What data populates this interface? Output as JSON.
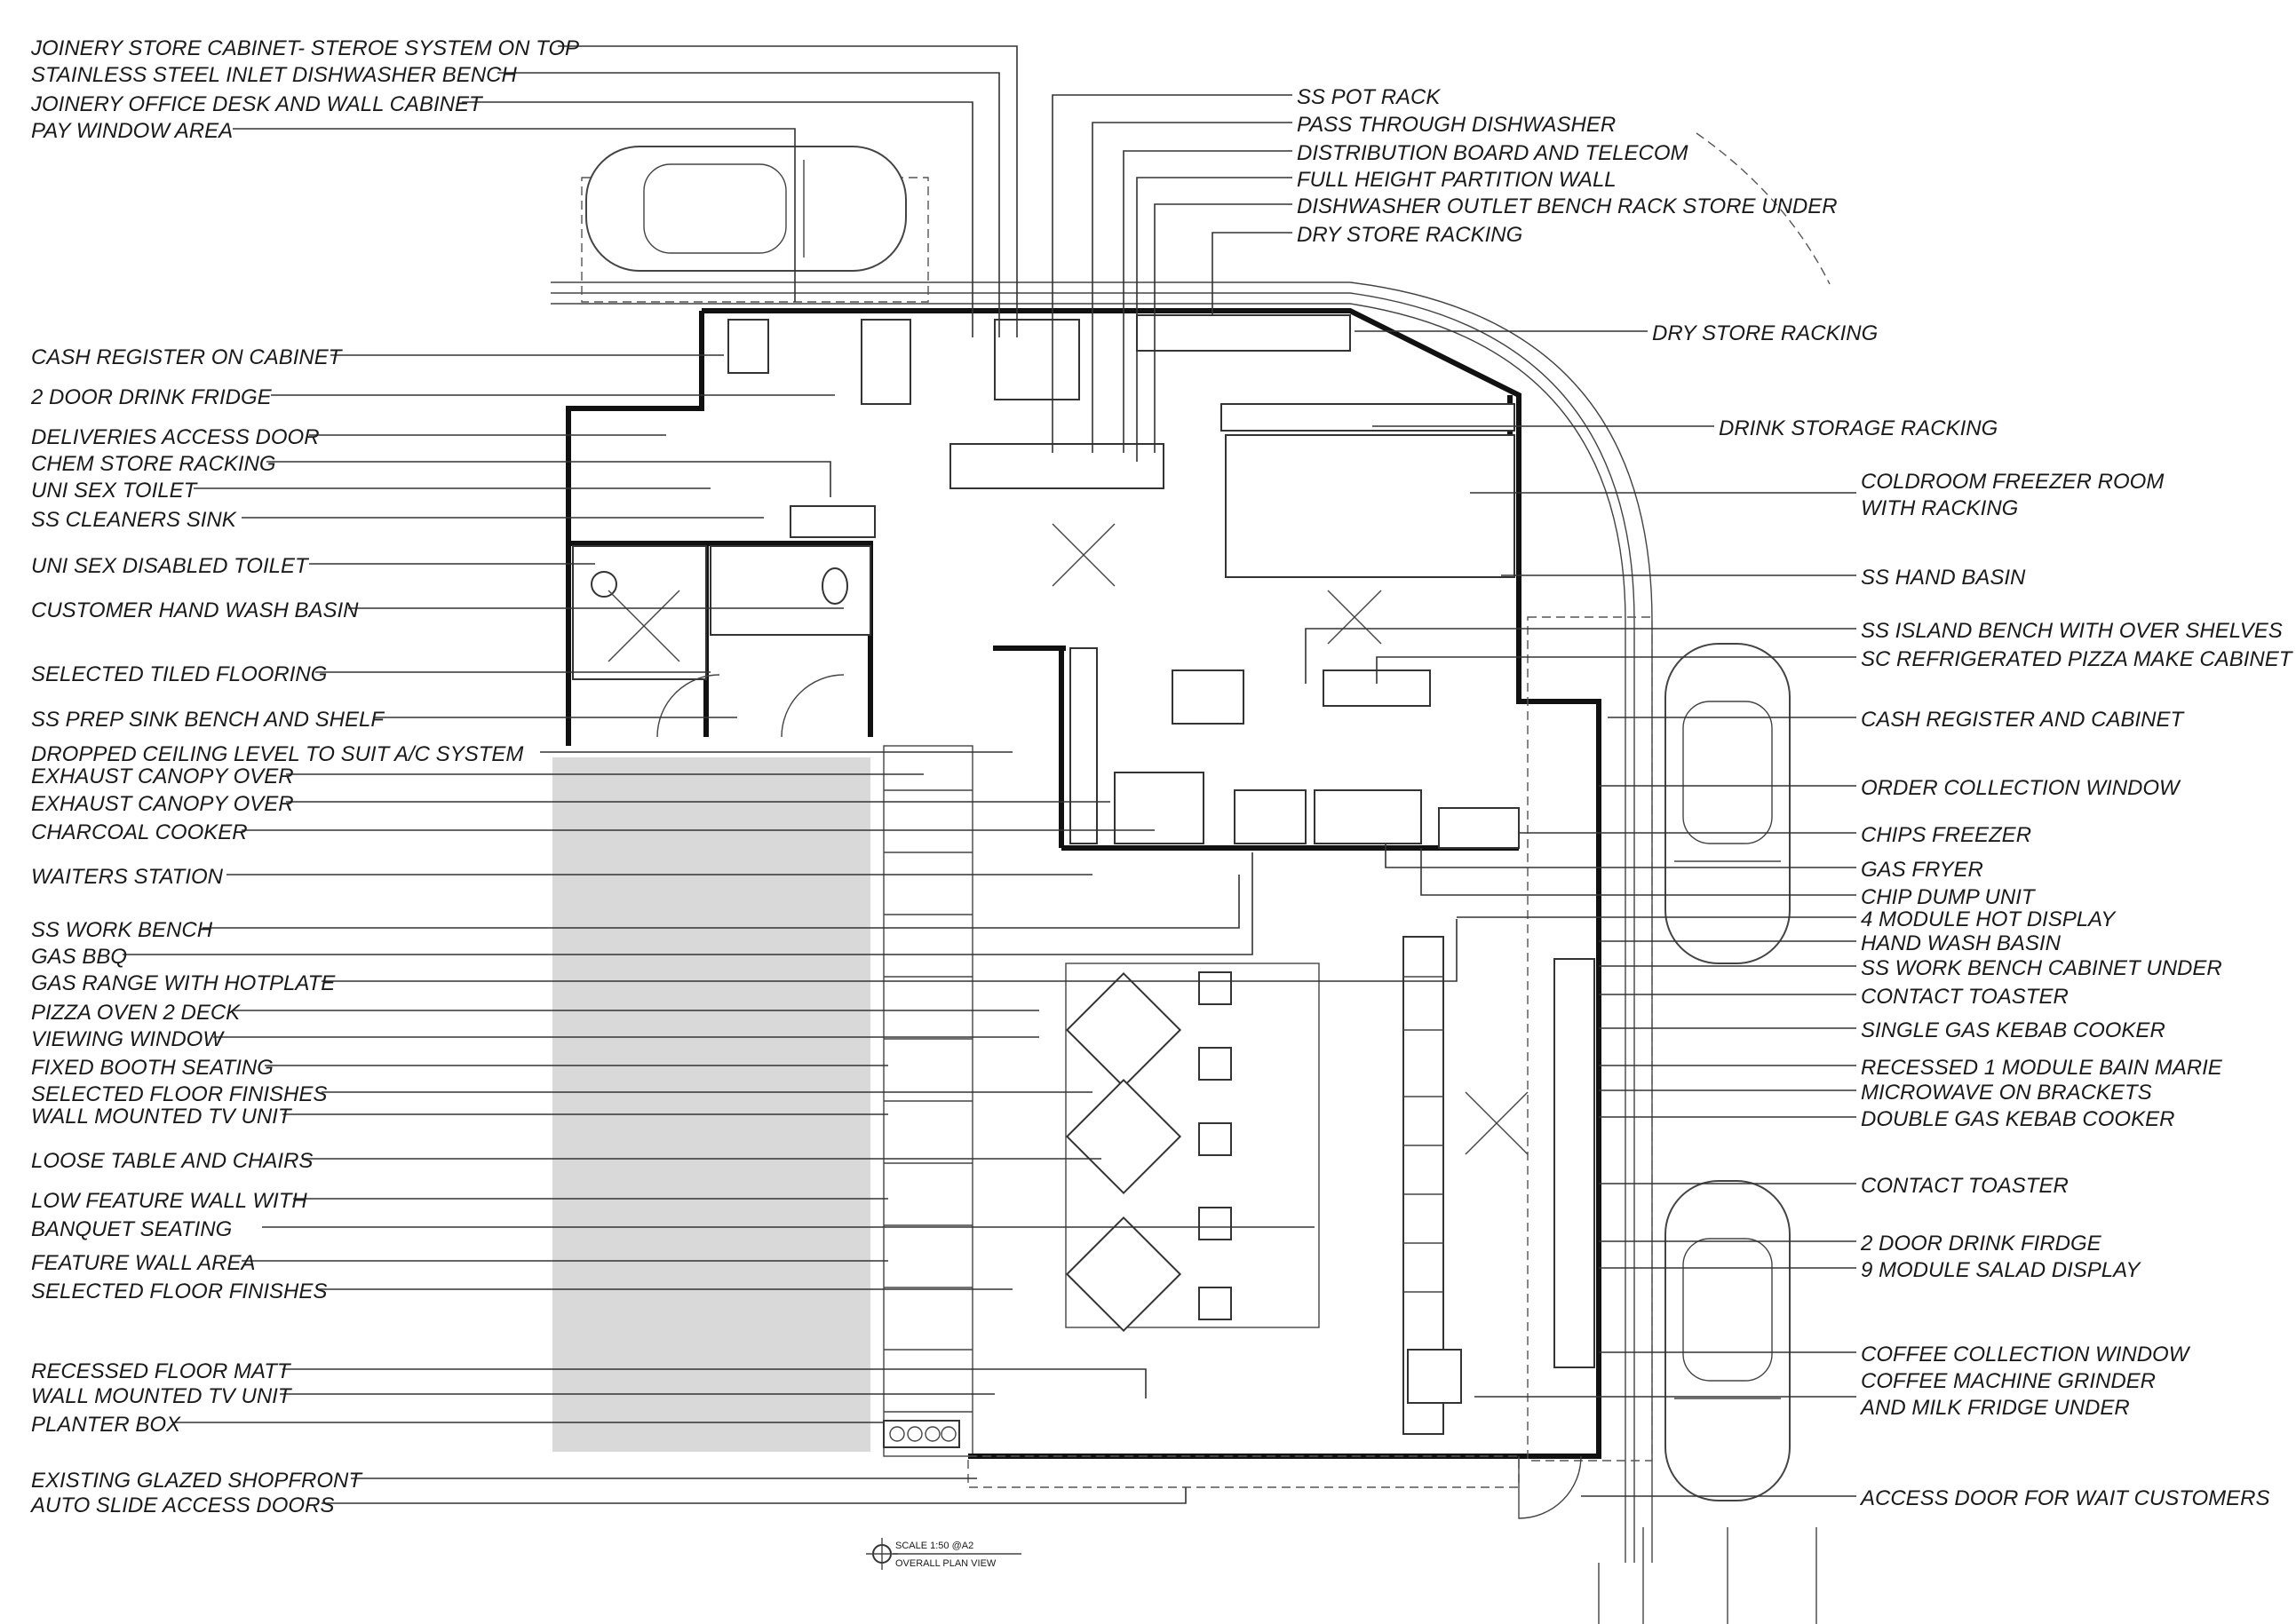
{
  "labels_left": [
    {
      "id": "l01",
      "text": "JOINERY STORE CABINET- STEROE SYSTEM ON TOP"
    },
    {
      "id": "l02",
      "text": "STAINLESS STEEL INLET DISHWASHER BENCH"
    },
    {
      "id": "l03",
      "text": "JOINERY OFFICE DESK AND WALL CABINET"
    },
    {
      "id": "l04",
      "text": "PAY WINDOW AREA"
    },
    {
      "id": "l05",
      "text": "CASH REGISTER ON CABINET"
    },
    {
      "id": "l06",
      "text": "2 DOOR DRINK FRIDGE"
    },
    {
      "id": "l07",
      "text": "DELIVERIES ACCESS DOOR"
    },
    {
      "id": "l08",
      "text": "CHEM STORE RACKING"
    },
    {
      "id": "l09",
      "text": "UNI SEX TOILET"
    },
    {
      "id": "l10",
      "text": "SS CLEANERS SINK"
    },
    {
      "id": "l11",
      "text": "UNI SEX DISABLED TOILET"
    },
    {
      "id": "l12",
      "text": "CUSTOMER HAND WASH BASIN"
    },
    {
      "id": "l13",
      "text": "SELECTED TILED FLOORING"
    },
    {
      "id": "l14",
      "text": "SS PREP  SINK BENCH AND SHELF"
    },
    {
      "id": "l15",
      "text": "DROPPED CEILING LEVEL TO SUIT A/C SYSTEM"
    },
    {
      "id": "l16",
      "text": "EXHAUST CANOPY OVER"
    },
    {
      "id": "l17",
      "text": "EXHAUST CANOPY OVER"
    },
    {
      "id": "l18",
      "text": "CHARCOAL COOKER"
    },
    {
      "id": "l19",
      "text": "WAITERS STATION"
    },
    {
      "id": "l20",
      "text": "SS WORK BENCH"
    },
    {
      "id": "l21",
      "text": "GAS BBQ"
    },
    {
      "id": "l22",
      "text": "GAS RANGE WITH HOTPLATE"
    },
    {
      "id": "l23",
      "text": "PIZZA OVEN 2 DECK"
    },
    {
      "id": "l24",
      "text": "VIEWING WINDOW"
    },
    {
      "id": "l25",
      "text": "FIXED BOOTH SEATING"
    },
    {
      "id": "l26",
      "text": "SELECTED FLOOR FINISHES"
    },
    {
      "id": "l27",
      "text": "WALL MOUNTED TV UNIT"
    },
    {
      "id": "l28",
      "text": "LOOSE TABLE AND CHAIRS"
    },
    {
      "id": "l29",
      "text": "LOW FEATURE WALL WITH"
    },
    {
      "id": "l30",
      "text": "BANQUET SEATING"
    },
    {
      "id": "l31",
      "text": "FEATURE WALL AREA"
    },
    {
      "id": "l32",
      "text": "SELECTED FLOOR FINISHES"
    },
    {
      "id": "l33",
      "text": "RECESSED FLOOR MATT"
    },
    {
      "id": "l34",
      "text": "WALL MOUNTED TV UNIT"
    },
    {
      "id": "l35",
      "text": "PLANTER BOX"
    },
    {
      "id": "l36",
      "text": "EXISTING GLAZED SHOPFRONT"
    },
    {
      "id": "l37",
      "text": "AUTO SLIDE ACCESS DOORS"
    }
  ],
  "labels_top": [
    {
      "id": "t01",
      "text": "SS POT RACK"
    },
    {
      "id": "t02",
      "text": "PASS THROUGH DISHWASHER"
    },
    {
      "id": "t03",
      "text": "DISTRIBUTION BOARD AND TELECOM"
    },
    {
      "id": "t04",
      "text": "FULL HEIGHT PARTITION WALL"
    },
    {
      "id": "t05",
      "text": "DISHWASHER OUTLET BENCH RACK STORE UNDER"
    },
    {
      "id": "t06",
      "text": "DRY STORE RACKING"
    }
  ],
  "labels_right": [
    {
      "id": "r01",
      "text": "DRY STORE RACKING"
    },
    {
      "id": "r02",
      "text": "DRINK STORAGE RACKING"
    },
    {
      "id": "r03",
      "text": "COLDROOM FREEZER ROOM"
    },
    {
      "id": "r04",
      "text": "WITH RACKING"
    },
    {
      "id": "r05",
      "text": "SS HAND BASIN"
    },
    {
      "id": "r06",
      "text": "SS ISLAND BENCH WITH OVER SHELVES"
    },
    {
      "id": "r07",
      "text": "SC REFRIGERATED PIZZA MAKE CABINET"
    },
    {
      "id": "r08",
      "text": "CASH REGISTER AND CABINET"
    },
    {
      "id": "r09",
      "text": "ORDER COLLECTION WINDOW"
    },
    {
      "id": "r10",
      "text": "CHIPS FREEZER"
    },
    {
      "id": "r11",
      "text": "GAS FRYER"
    },
    {
      "id": "r12",
      "text": "CHIP DUMP UNIT"
    },
    {
      "id": "r13",
      "text": "4 MODULE HOT DISPLAY"
    },
    {
      "id": "r14",
      "text": "HAND WASH BASIN"
    },
    {
      "id": "r15",
      "text": "SS WORK BENCH CABINET UNDER"
    },
    {
      "id": "r16",
      "text": "CONTACT TOASTER"
    },
    {
      "id": "r17",
      "text": "SINGLE GAS KEBAB COOKER"
    },
    {
      "id": "r18",
      "text": "RECESSED 1 MODULE BAIN MARIE"
    },
    {
      "id": "r19",
      "text": "MICROWAVE ON BRACKETS"
    },
    {
      "id": "r20",
      "text": "DOUBLE GAS KEBAB COOKER"
    },
    {
      "id": "r21",
      "text": "CONTACT TOASTER"
    },
    {
      "id": "r22",
      "text": "2 DOOR DRINK FIRDGE"
    },
    {
      "id": "r23",
      "text": "9 MODULE SALAD DISPLAY"
    },
    {
      "id": "r24",
      "text": "COFFEE COLLECTION WINDOW"
    },
    {
      "id": "r25",
      "text": "COFFEE MACHINE GRINDER"
    },
    {
      "id": "r26",
      "text": "AND MILK FRIDGE UNDER"
    },
    {
      "id": "r27",
      "text": "ACCESS DOOR FOR WAIT CUSTOMERS"
    }
  ],
  "scale": {
    "text": "SCALE 1:50 @A2",
    "subtext": "OVERALL PLAN VIEW"
  }
}
